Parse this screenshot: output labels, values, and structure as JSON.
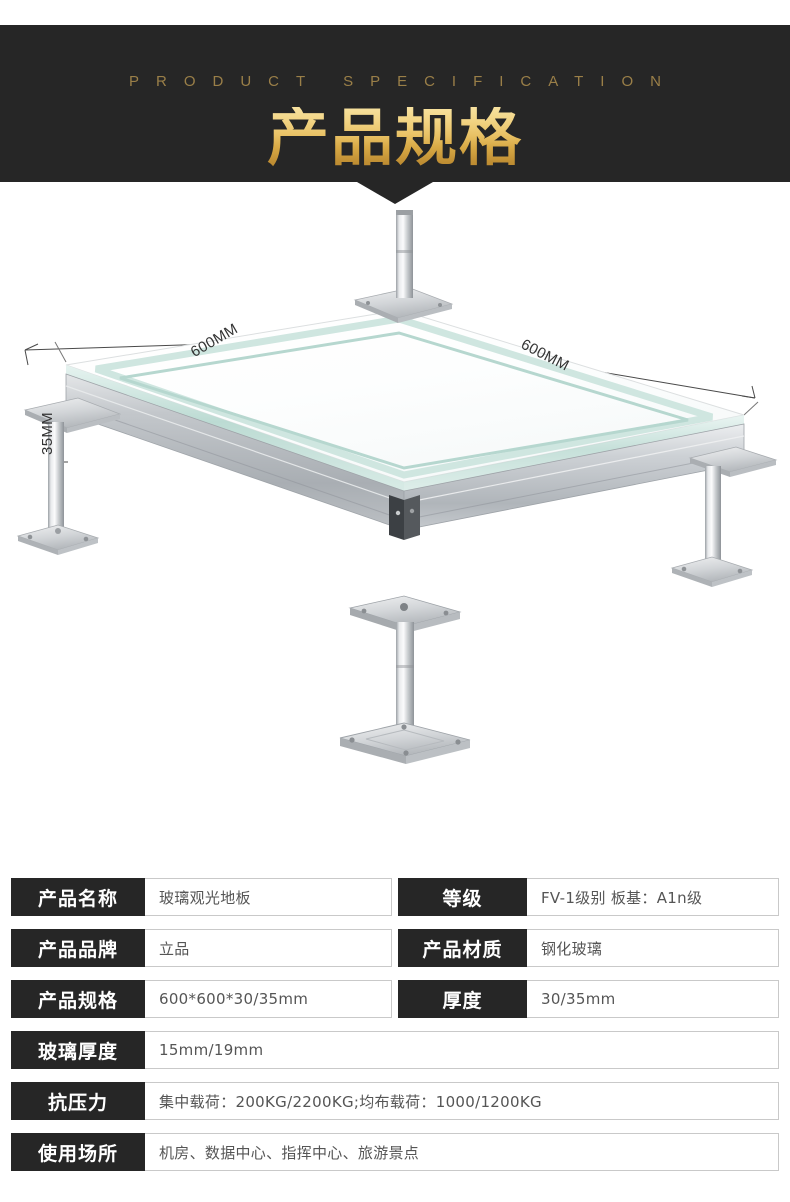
{
  "banner": {
    "eyebrow": "PRODUCT SPECIFICATION",
    "title": "产品规格",
    "bg_color": "#262626",
    "eyebrow_color": "#9a7f48",
    "title_gold_light": "#f7e2a0",
    "title_gold_dark": "#b9872f"
  },
  "product_figure": {
    "alt": "玻璃观光地板 架空地板 结构示意图",
    "dim_width_left": "600MM",
    "dim_width_right": "600MM",
    "dim_height": "35MM",
    "glass_edge_color": "#c3ded7",
    "frame_color": "#b9bcc0",
    "pedestal_color": "#c2c5c8"
  },
  "spec_table": {
    "rows": [
      {
        "layout": "half",
        "cells": [
          {
            "label": "产品名称",
            "value": "玻璃观光地板"
          },
          {
            "label": "等级",
            "value": "FV-1级别 板基：A1n级"
          }
        ]
      },
      {
        "layout": "half",
        "cells": [
          {
            "label": "产品品牌",
            "value": "立品"
          },
          {
            "label": "产品材质",
            "value": "钢化玻璃"
          }
        ]
      },
      {
        "layout": "half",
        "cells": [
          {
            "label": "产品规格",
            "value": "600*600*30/35mm"
          },
          {
            "label": "厚度",
            "value": "30/35mm"
          }
        ]
      },
      {
        "layout": "full",
        "cells": [
          {
            "label": "玻璃厚度",
            "value": "15mm/19mm"
          }
        ]
      },
      {
        "layout": "full",
        "cells": [
          {
            "label": "抗压力",
            "value": "集中载荷：200KG/2200KG;均布载荷：1000/1200KG"
          }
        ]
      },
      {
        "layout": "full",
        "cells": [
          {
            "label": "使用场所",
            "value": "机房、数据中心、指挥中心、旅游景点"
          }
        ]
      }
    ]
  }
}
